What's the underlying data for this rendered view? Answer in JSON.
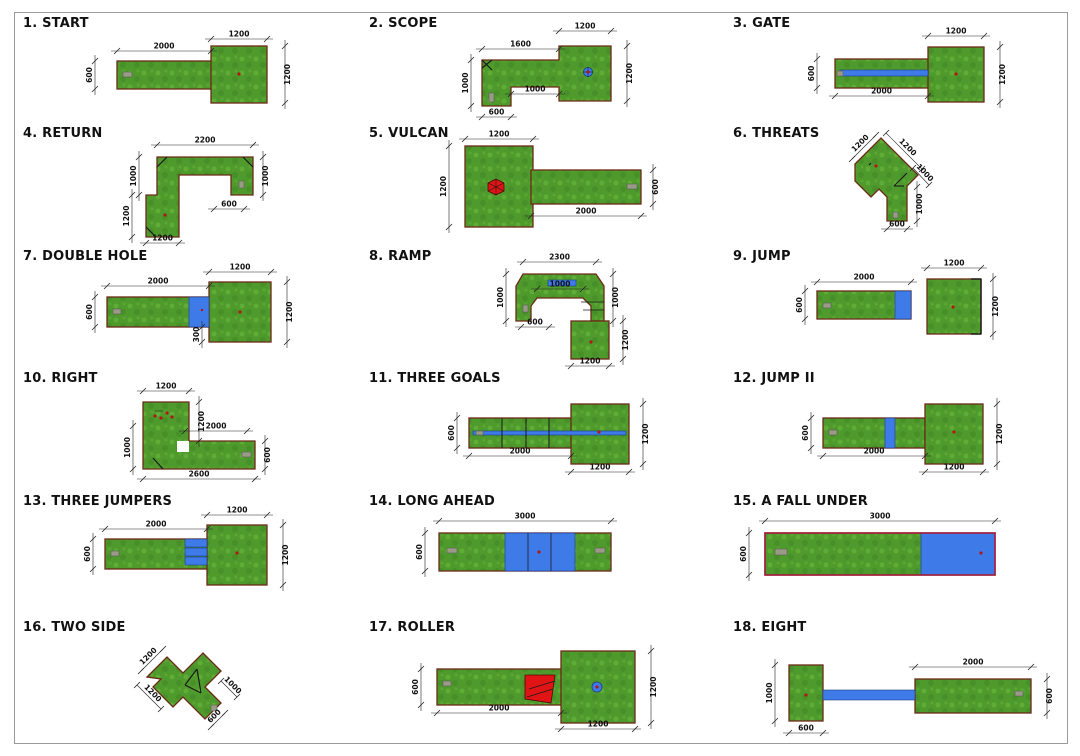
{
  "colors": {
    "grass": "#4f9a2c",
    "grass_light": "#6cbc3e",
    "border": "#6b2a17",
    "water": "#3f7be8",
    "tee": "#9a9a86",
    "hole": "#b01818",
    "ramp": "#e01414",
    "dim_line": "#222222"
  },
  "holes": [
    {
      "id": 1,
      "title": "1. START",
      "dims": [
        "2000",
        "1200",
        "600",
        "1200"
      ]
    },
    {
      "id": 2,
      "title": "2. SCOPE",
      "dims": [
        "1600",
        "1200",
        "1000",
        "1000",
        "600",
        "1200"
      ]
    },
    {
      "id": 3,
      "title": "3. GATE",
      "dims": [
        "1200",
        "600",
        "2000",
        "1200"
      ]
    },
    {
      "id": 4,
      "title": "4. RETURN",
      "dims": [
        "2200",
        "1000",
        "600",
        "1200",
        "1200",
        "1000"
      ]
    },
    {
      "id": 5,
      "title": "5. VULCAN",
      "dims": [
        "1200",
        "1200",
        "2000",
        "600"
      ]
    },
    {
      "id": 6,
      "title": "6. THREATS",
      "dims": [
        "1200",
        "1200",
        "1000",
        "1000",
        "600"
      ]
    },
    {
      "id": 7,
      "title": "7. DOUBLE HOLE",
      "dims": [
        "2000",
        "1200",
        "600",
        "300",
        "1200"
      ]
    },
    {
      "id": 8,
      "title": "8. RAMP",
      "dims": [
        "2300",
        "1000",
        "1000",
        "1000",
        "600",
        "1200",
        "1200"
      ]
    },
    {
      "id": 9,
      "title": "9. JUMP",
      "dims": [
        "2000",
        "1200",
        "600",
        "1200"
      ]
    },
    {
      "id": 10,
      "title": "10. RIGHT",
      "dims": [
        "1200",
        "1200",
        "2000",
        "1000",
        "2600",
        "600"
      ]
    },
    {
      "id": 11,
      "title": "11. THREE GOALS",
      "dims": [
        "600",
        "2000",
        "1200",
        "1200"
      ]
    },
    {
      "id": 12,
      "title": "12. JUMP II",
      "dims": [
        "600",
        "2000",
        "1200",
        "1200"
      ]
    },
    {
      "id": 13,
      "title": "13. THREE JUMPERS",
      "dims": [
        "2000",
        "1200",
        "600",
        "1200"
      ]
    },
    {
      "id": 14,
      "title": "14. LONG AHEAD",
      "dims": [
        "3000",
        "600"
      ]
    },
    {
      "id": 15,
      "title": "15. A FALL UNDER",
      "dims": [
        "3000",
        "600"
      ]
    },
    {
      "id": 16,
      "title": "16. TWO SIDE",
      "dims": [
        "1200",
        "1000",
        "1200",
        "600"
      ]
    },
    {
      "id": 17,
      "title": "17. ROLLER",
      "dims": [
        "600",
        "2000",
        "1200",
        "1200"
      ]
    },
    {
      "id": 18,
      "title": "18. EIGHT",
      "dims": [
        "2000",
        "1000",
        "600",
        "600"
      ]
    }
  ]
}
